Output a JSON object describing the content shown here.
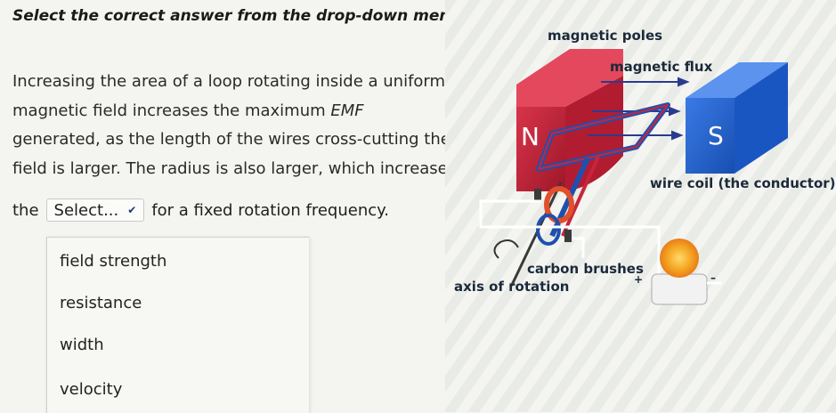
{
  "instruction": "Select the correct answer from the drop-down menu.",
  "question": {
    "line1": "Increasing the area of a loop rotating inside a uniform",
    "line2a": "magnetic field increases the maximum ",
    "line2b": "EMF",
    "line3": "generated, as the length of the wires cross-cutting the",
    "line4": "field is larger. The radius is also larger, which increases",
    "before_select": "the",
    "after_select": "for a fixed rotation frequency."
  },
  "dropdown": {
    "selected": "Select...",
    "options": [
      "field strength",
      "resistance",
      "width",
      "velocity"
    ]
  },
  "diagram": {
    "labels": {
      "magnetic_poles": "magnetic poles",
      "magnetic_flux": "magnetic flux",
      "north": "N",
      "south": "S",
      "wire_coil": "wire coil (the conductor)",
      "carbon_brushes": "carbon brushes",
      "axis": "axis of rotation",
      "plus": "+",
      "minus": "–"
    },
    "colors": {
      "north_magnet": "#c8253a",
      "south_magnet": "#2366d6",
      "coil": "#1f4fae",
      "brush_ring": "#e0502a",
      "bulb": "#f5a623"
    }
  }
}
